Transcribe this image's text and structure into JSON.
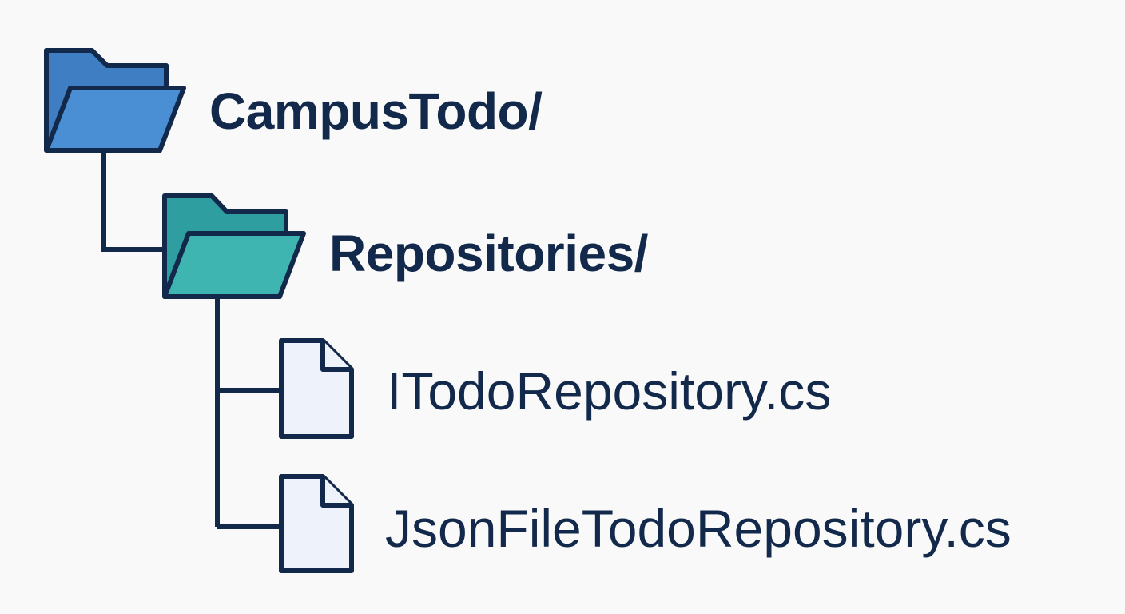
{
  "tree": {
    "root": {
      "name": "CampusTodo/",
      "icon": "folder-icon",
      "color": "#4a8fd4",
      "tab_color": "#3f7ec2"
    },
    "subfolder": {
      "name": "Repositories/",
      "icon": "folder-icon",
      "color": "#3eb5b1",
      "tab_color": "#2f9ea1"
    },
    "files": [
      {
        "name": "ITodoRepository.cs",
        "icon": "file-icon"
      },
      {
        "name": "JsonFileTodoRepository.cs",
        "icon": "file-icon"
      }
    ],
    "line_color": "#13294b",
    "file_fill": "#eef2fa"
  }
}
